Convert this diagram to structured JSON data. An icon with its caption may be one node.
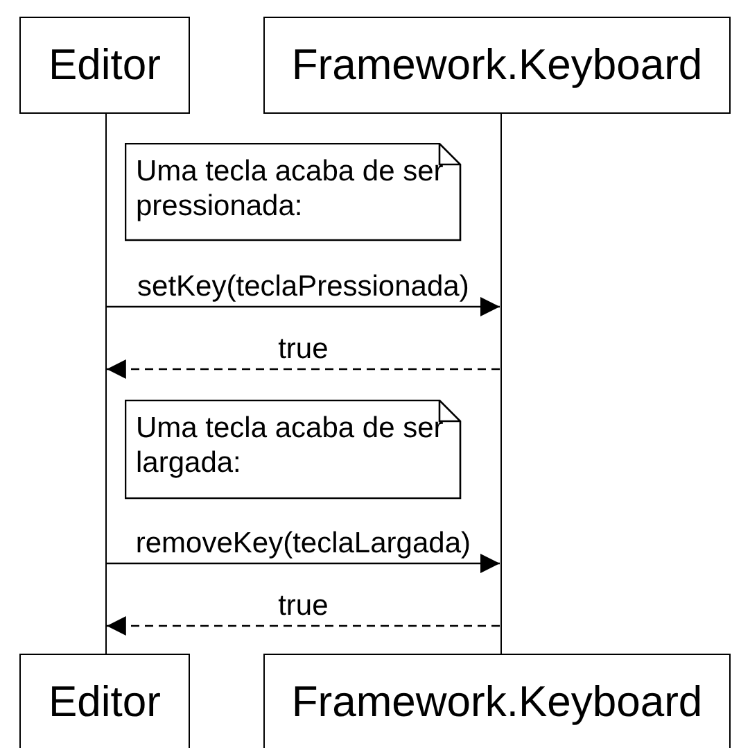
{
  "diagram": {
    "nodes": [
      {
        "text": [
          "Editor"
        ]
      },
      {
        "text": [
          "Framework.Keyboard"
        ]
      },
      {
        "text": [],
        "shape": "bar"
      },
      {
        "text": [],
        "shape": "bar"
      },
      {
        "text": [
          "Uma tecla acaba de ser pressionada:"
        ]
      },
      {
        "text": [
          "Uma tecla acaba de ser largada:"
        ]
      },
      {
        "text": [
          "Editor"
        ]
      },
      {
        "text": [
          "Framework.Keyboard"
        ]
      }
    ],
    "edges": [
      {
        "from": 2,
        "to": 3,
        "arrow": "to",
        "label": "setKey(teclaPressionada)"
      },
      {
        "from": 3,
        "to": 2,
        "arrow": "to",
        "label": "true",
        "style": "dashed"
      },
      {
        "from": 2,
        "to": 3,
        "arrow": "to",
        "label": "removeKey(teclaLargada)"
      },
      {
        "from": 3,
        "to": 2,
        "arrow": "to",
        "label": "true",
        "style": "dashed"
      }
    ]
  }
}
